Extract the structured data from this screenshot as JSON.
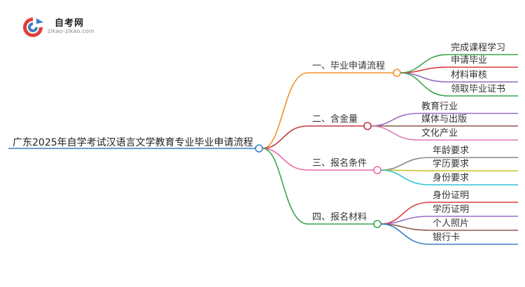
{
  "logo": {
    "title": "自考网",
    "subtitle": "zikao-zikao.com"
  },
  "root": {
    "label": "广东2025年自学考试汉语言文学教育专业毕业申请流程"
  },
  "branches": [
    {
      "label": "一、毕业申请流程",
      "color": "#f0922b",
      "leaves": [
        {
          "label": "完成课程学习",
          "color": "#3aa64a"
        },
        {
          "label": "申请毕业",
          "color": "#d9393e"
        },
        {
          "label": "材料审核",
          "color": "#8e6bbf"
        },
        {
          "label": "领取毕业证书",
          "color": "#3aa64a"
        }
      ]
    },
    {
      "label": "二、含金量",
      "color": "#c0393e",
      "leaves": [
        {
          "label": "教育行业",
          "color": "#9b6bc7"
        },
        {
          "label": "媒体与出版",
          "color": "#8b5a4a"
        },
        {
          "label": "文化产业",
          "color": "#e07bb0"
        }
      ]
    },
    {
      "label": "三、报名条件",
      "color": "#e86aa8",
      "leaves": [
        {
          "label": "年龄要求",
          "color": "#888888"
        },
        {
          "label": "学历要求",
          "color": "#c8c42e"
        },
        {
          "label": "身份要求",
          "color": "#2fc4cf"
        }
      ]
    },
    {
      "label": "四、报名材料",
      "color": "#3aa64a",
      "leaves": [
        {
          "label": "身份证明",
          "color": "#d9393e"
        },
        {
          "label": "学历证明",
          "color": "#9b6bc7"
        },
        {
          "label": "个人照片",
          "color": "#8b5a4a"
        },
        {
          "label": "银行卡",
          "color": "#3a7fc4"
        }
      ]
    }
  ]
}
